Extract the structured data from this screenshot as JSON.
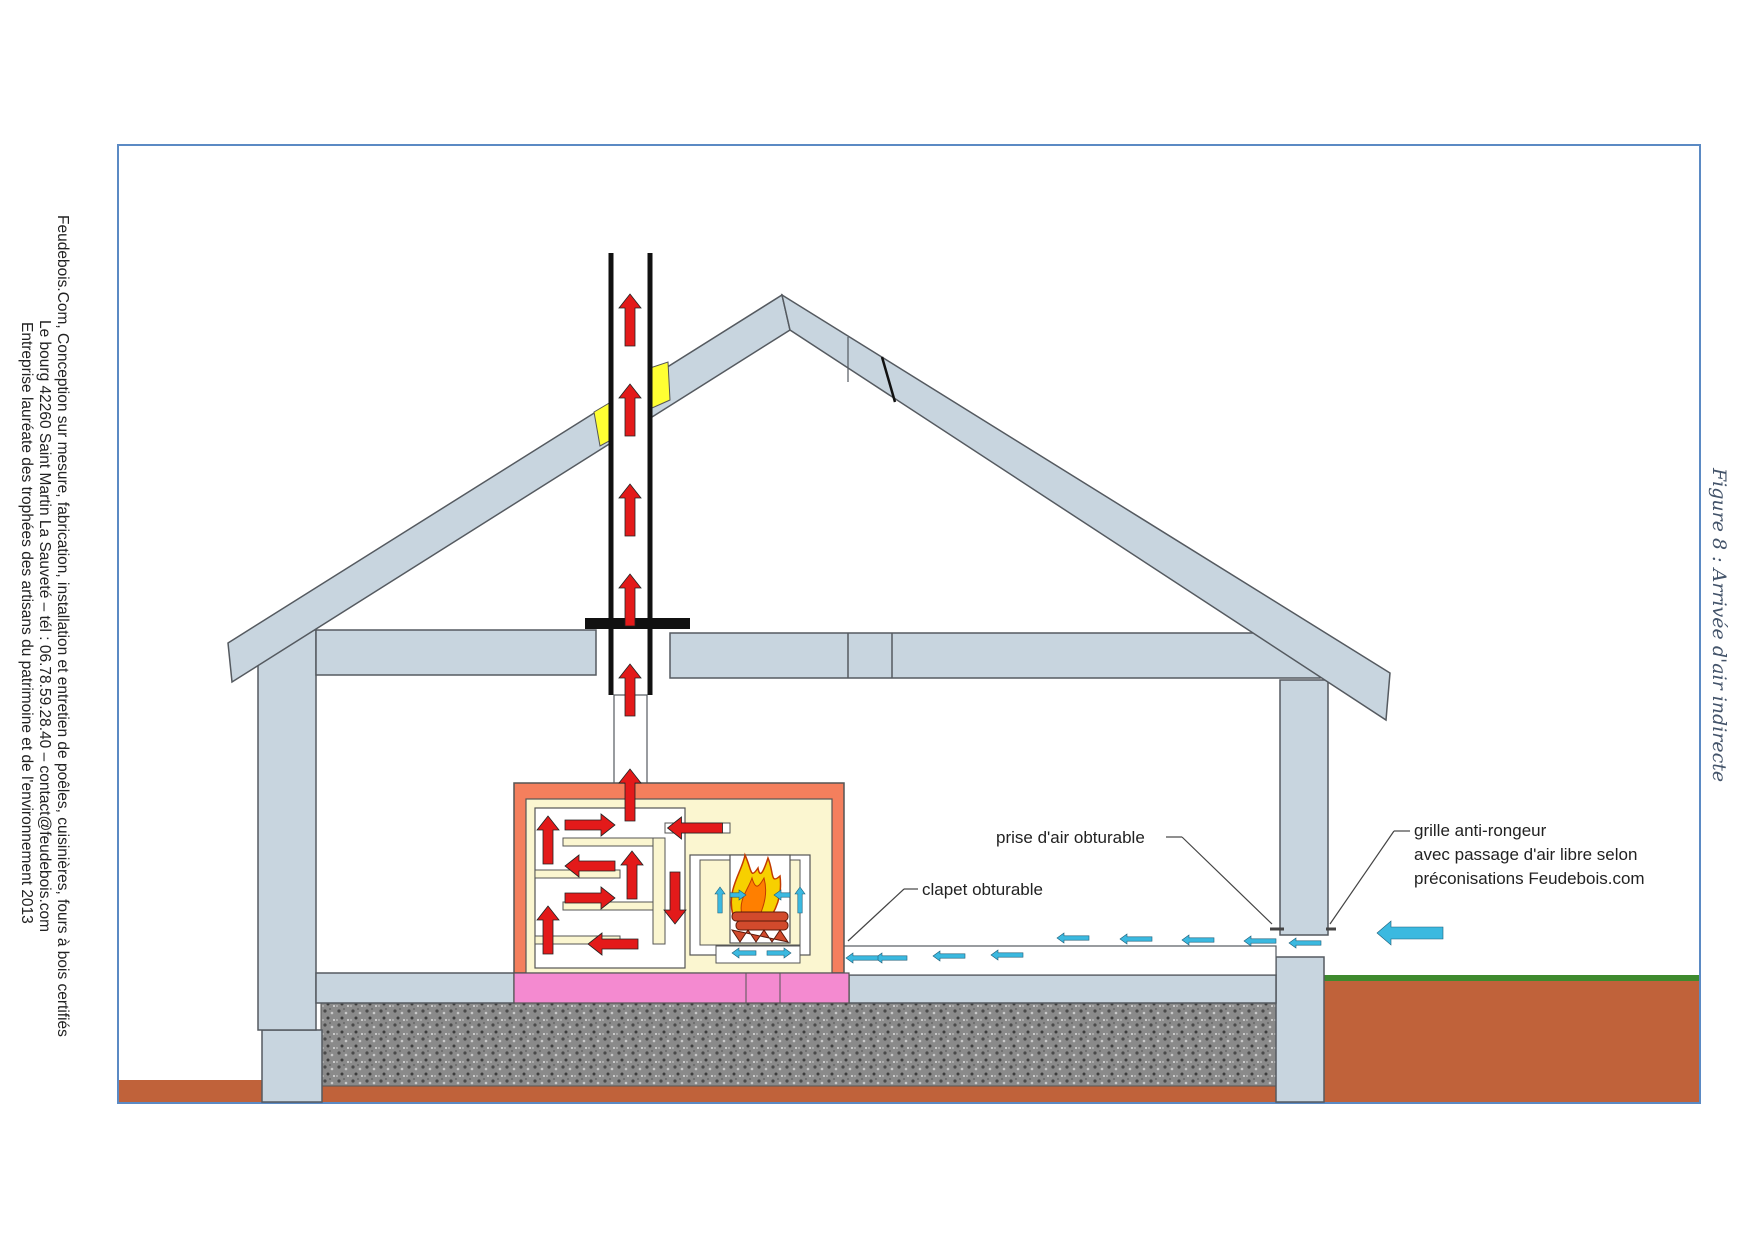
{
  "side_text": {
    "line1": "Feudebois.Com, Conception sur mesure, fabrication, installation et entretien de poêles, cuisinières, fours à bois certifiés",
    "line2": "Le bourg 42260 Saint Martin La Sauveté – tél :  06.78.59.28.40 – contact@feudebois.com",
    "line3": "Entreprise lauréate des trophées des artisans du patrimoine et de l'environnement 2013"
  },
  "caption": "Figure 8 : Arrivée d'air indirecte",
  "labels": {
    "prise_air": "prise d'air obturable",
    "clapet": "clapet obturable",
    "grille_line1": "grille anti-rongeur",
    "grille_line2": "avec passage d'air libre selon",
    "grille_line3": "préconisations Feudebois.com"
  },
  "colors": {
    "frame_border": "#5b8ac4",
    "wall": "#c8d5df",
    "wall_stroke": "#555a60",
    "ground": "#c0623a",
    "grass": "#3e8a2e",
    "gravel": "#7d7d7d",
    "insulation": "#f48ad0",
    "stove_outer": "#f47f5d",
    "stove_inner": "#fbf6d0",
    "flue_arrow": "#e31a1a",
    "air_arrow": "#3bb9e0",
    "chimney_seal": "#ffff33",
    "caption": "#44546a"
  },
  "icons": {
    "fire": "fire-icon",
    "flue_arrow": "red-arrow-icon",
    "air_arrow": "blue-arrow-icon"
  }
}
